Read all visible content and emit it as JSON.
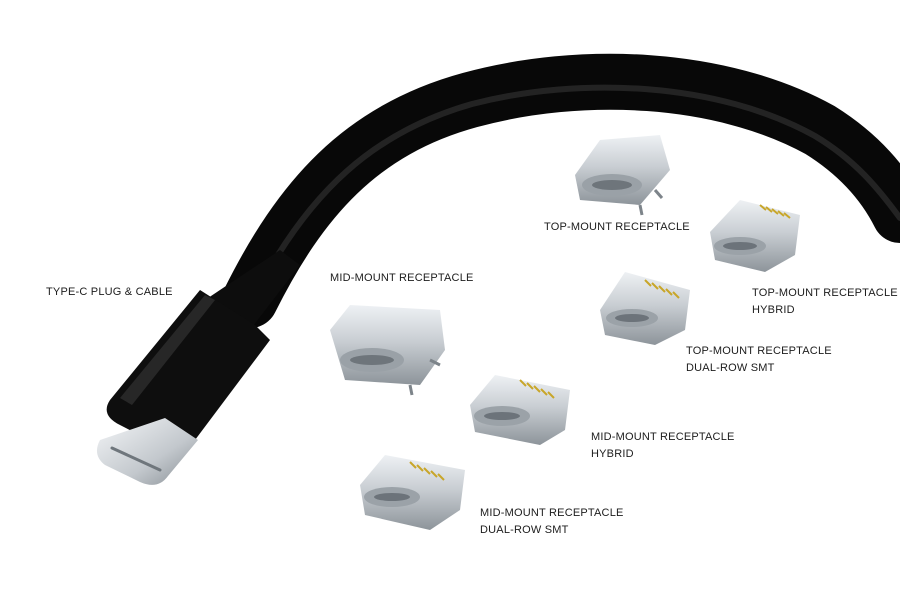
{
  "labels": {
    "plug_cable": "TYPE-C PLUG & CABLE",
    "mid_mount": "MID-MOUNT RECEPTACLE",
    "top_mount": "TOP-MOUNT RECEPTACLE",
    "top_mount_hybrid": [
      "TOP-MOUNT RECEPTACLE",
      "HYBRID"
    ],
    "top_mount_dual_row": [
      "TOP-MOUNT RECEPTACLE",
      "DUAL-ROW SMT"
    ],
    "mid_mount_hybrid": [
      "MID-MOUNT RECEPTACLE",
      "HYBRID"
    ],
    "mid_mount_dual_row": [
      "MID-MOUNT RECEPTACLE",
      "DUAL-ROW SMT"
    ]
  },
  "colors": {
    "background": "#ffffff",
    "cable": "#0b0b0b",
    "metal": "#c9ced3",
    "contacts": "#c8a62a"
  }
}
